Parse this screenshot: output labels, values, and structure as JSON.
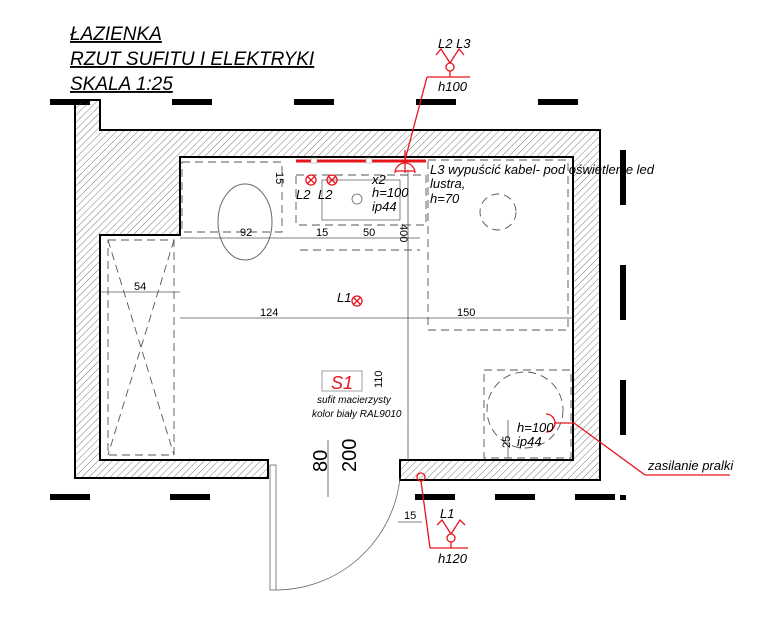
{
  "title": {
    "line1": "ŁAZIENKA",
    "line2": "RZUT SUFITU I ELEKTRYKI",
    "line3": "SKALA 1:25"
  },
  "colors": {
    "accent": "#e8141c",
    "wall": "#000000"
  },
  "dimensions": {
    "d15_top": "15",
    "d92": "92",
    "d15_mid": "15",
    "d50": "50",
    "d400": "400",
    "d54": "54",
    "d124": "124",
    "d150": "150",
    "d110": "110",
    "d80": "80",
    "d200": "200",
    "d25": "25",
    "d15_bottom": "15"
  },
  "lights": {
    "l2a": "L2",
    "l2b": "L2",
    "l1": "L1",
    "sink_note": {
      "count": "x2",
      "height": "h=100",
      "ip": "ip44"
    },
    "l3_note": {
      "line1": "L3 wypuścić kabel- pod oświetlenie led",
      "line2": "lustra,",
      "line3": "h=70"
    }
  },
  "ceiling": {
    "code": "S1",
    "line1": "sufit macierzysty",
    "line2": "kolor biały RAL9010"
  },
  "washer": {
    "height": "h=100",
    "ip": "ip44",
    "callout": "zasilanie pralki"
  },
  "switch_top": {
    "label": "L2 L3",
    "height": "h100"
  },
  "switch_bottom": {
    "label": "L1",
    "height": "h120"
  }
}
